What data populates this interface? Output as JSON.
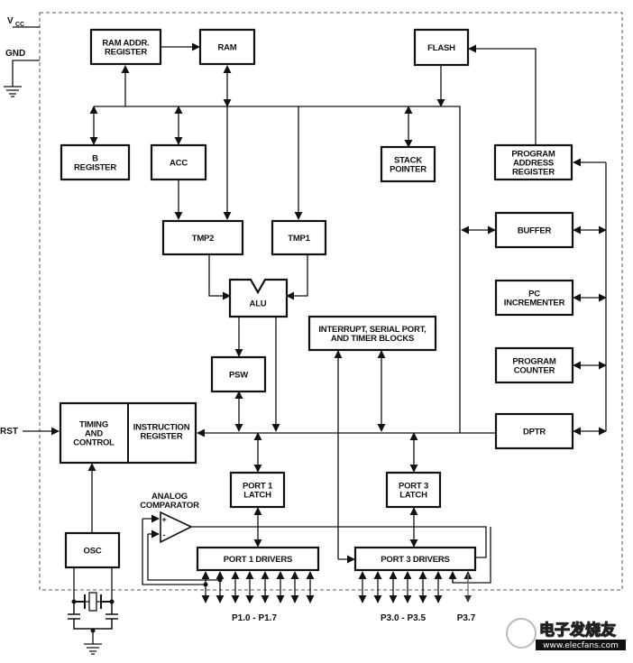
{
  "diagram": {
    "title": "8051-family microcontroller block diagram",
    "power": {
      "vcc": "V",
      "vcc_sub": "CC",
      "gnd": "GND",
      "rst": "RST"
    },
    "blocks": {
      "ram_addr_register": [
        "RAM ADDR.",
        "REGISTER"
      ],
      "ram": [
        "RAM"
      ],
      "flash": [
        "FLASH"
      ],
      "b_register": [
        "B",
        "REGISTER"
      ],
      "acc": [
        "ACC"
      ],
      "stack_pointer": [
        "STACK",
        "POINTER"
      ],
      "program_address_register": [
        "PROGRAM",
        "ADDRESS",
        "REGISTER"
      ],
      "tmp2": [
        "TMP2"
      ],
      "tmp1": [
        "TMP1"
      ],
      "buffer": [
        "BUFFER"
      ],
      "alu": [
        "ALU"
      ],
      "pc_incrementer": [
        "PC",
        "INCREMENTER"
      ],
      "interrupt_block": [
        "INTERRUPT, SERIAL PORT,",
        "AND TIMER BLOCKS"
      ],
      "psw": [
        "PSW"
      ],
      "program_counter": [
        "PROGRAM",
        "COUNTER"
      ],
      "timing_control": [
        "TIMING",
        "AND",
        "CONTROL"
      ],
      "instruction_register": [
        "INSTRUCTION",
        "REGISTER"
      ],
      "dptr": [
        "DPTR"
      ],
      "port1_latch": [
        "PORT 1",
        "LATCH"
      ],
      "port3_latch": [
        "PORT 3",
        "LATCH"
      ],
      "analog_comparator": [
        "ANALOG",
        "COMPARATOR"
      ],
      "osc": [
        "OSC"
      ],
      "port1_drivers": [
        "PORT 1 DRIVERS"
      ],
      "port3_drivers": [
        "PORT 3 DRIVERS"
      ]
    },
    "comparator_inputs": {
      "plus": "+",
      "minus": "-"
    },
    "pin_labels": {
      "p1": "P1.0 - P1.7",
      "p3": "P3.0 - P3.5",
      "p37": "P3.7"
    },
    "watermark": {
      "cn": "电子发烧友",
      "url": "www.elecfans.com"
    }
  }
}
